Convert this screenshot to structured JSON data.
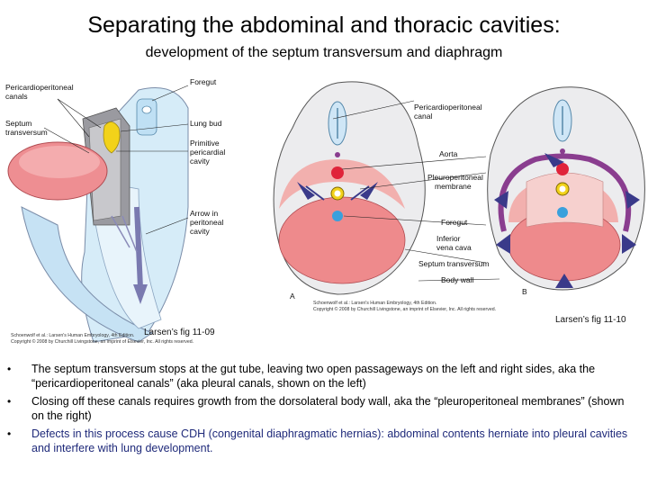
{
  "slide": {
    "title": "Separating the abdominal and thoracic cavities:",
    "subtitle": "development of the septum transversum and diaphragm"
  },
  "figure_left": {
    "labels": {
      "pericardioperitoneal_l1": "Pericardioperitoneal",
      "pericardioperitoneal_l2": "canals",
      "septum_l1": "Septum",
      "septum_l2": "transversum",
      "foregut": "Foregut",
      "lung_bud": "Lung bud",
      "primitive_l1": "Primitive",
      "primitive_l2": "pericardial",
      "primitive_l3": "cavity",
      "arrow_l1": "Arrow in",
      "arrow_l2": "peritoneal",
      "arrow_l3": "cavity"
    },
    "credit_l1": "Schoenwolf et al.: Larsen's Human Embryology, 4th Edition.",
    "credit_l2": "Copyright © 2008 by Churchill Livingstone, an imprint of Elsevier, Inc. All rights reserved.",
    "caption": "Larsen’s fig 11-09"
  },
  "figure_right": {
    "labels": {
      "pericardioperitoneal_l1": "Pericardioperitoneal",
      "pericardioperitoneal_l2": "canal",
      "aorta": "Aorta",
      "pleuroperitoneal_l1": "Pleuroperitoneal",
      "pleuroperitoneal_l2": "membrane",
      "foregut": "Foregut",
      "ivc_l1": "Inferior",
      "ivc_l2": "vena cava",
      "septum": "Septum transversum",
      "body_wall": "Body wall",
      "panel_a": "A",
      "panel_b": "B"
    },
    "credit_l1": "Schoenwolf et al.: Larsen's Human Embryology, 4th Edition.",
    "credit_l2": "Copyright © 2008 by Churchill Livingstone, an imprint of Elsevier, Inc. All rights reserved.",
    "caption": "Larsen’s fig 11-10"
  },
  "bullets": [
    "The septum transversum stops at the gut tube, leaving two open passageways on the left and right sides, aka the “pericardioperitoneal canals” (aka pleural canals, shown on the left)",
    "Closing off these canals requires growth from the dorsolateral body wall, aka the “pleuroperitoneal membranes” (shown on the right)",
    "Defects in this process cause CDH (congenital diaphragmatic hernias): abdominal contents herniate into pleural cavities and interfere with lung development."
  ],
  "bullet_symbol": "•",
  "colors": {
    "pink": "#f0a0a0",
    "salmon": "#e8787a",
    "light_blue": "#c8e4f4",
    "purple": "#8a3d8f",
    "navy_arrow": "#3a3a8a",
    "aorta_red": "#e0243a",
    "foregut_blue": "#3aa0dc",
    "yellow": "#f2d21a",
    "bullet3_text": "#1f2a7a"
  }
}
